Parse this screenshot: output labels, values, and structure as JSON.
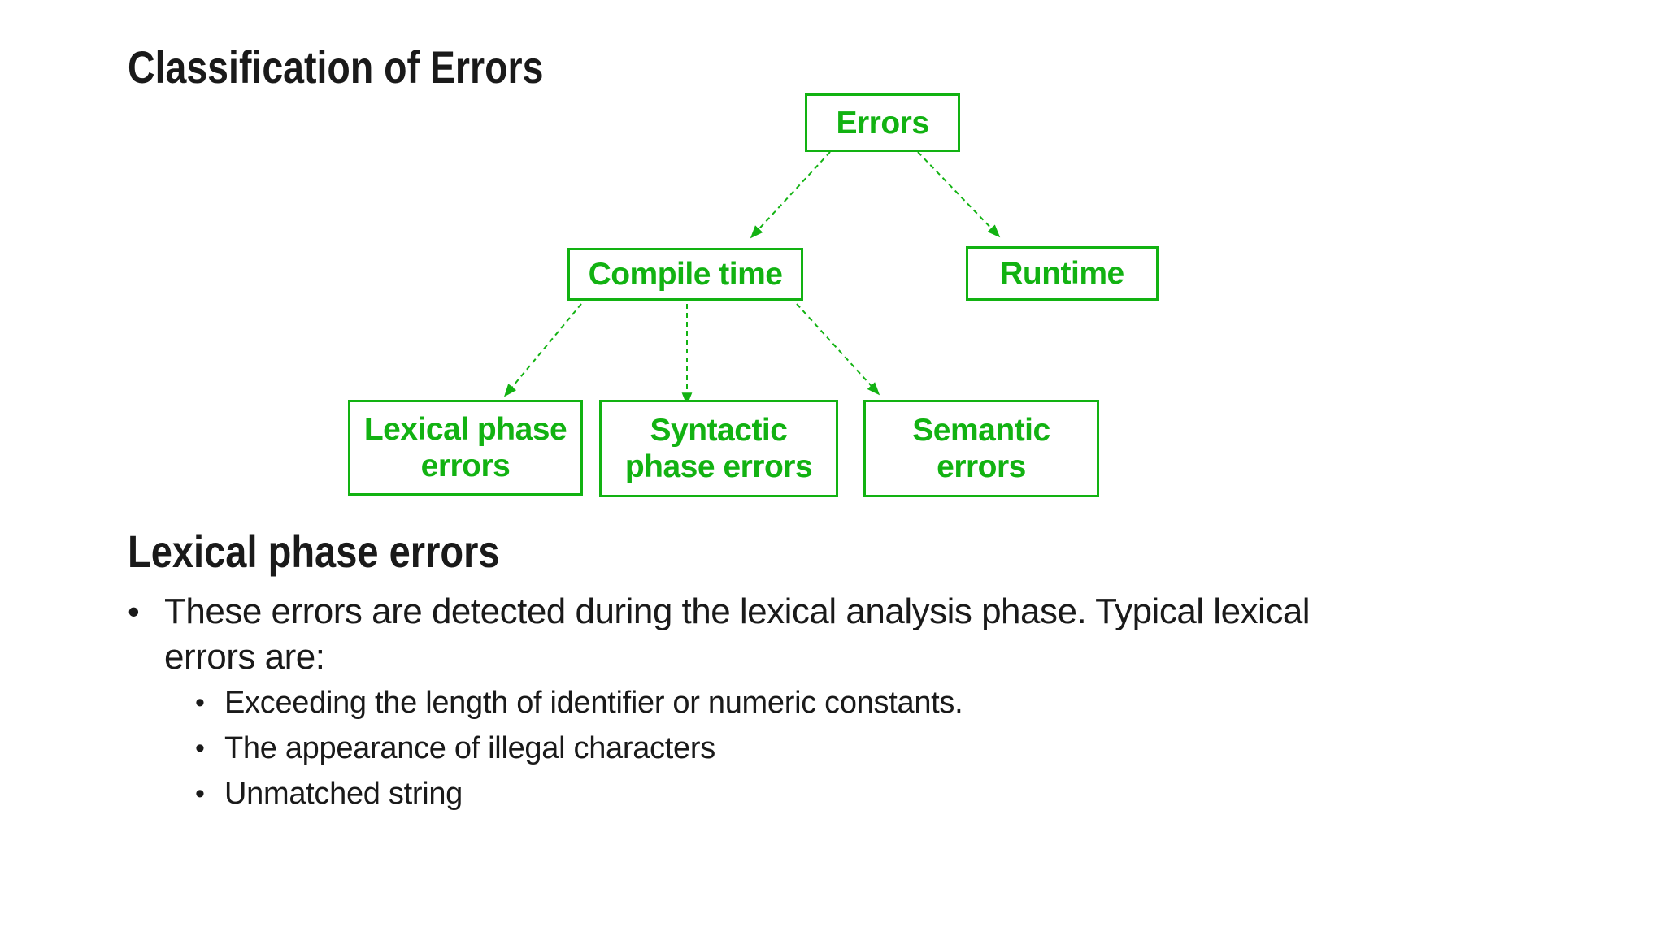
{
  "slide": {
    "title": "Classification of Errors",
    "section_heading": "Lexical phase errors",
    "bullet": {
      "lines": [
        "These errors are detected during the lexical analysis phase. Typical lexical",
        "errors are:"
      ]
    },
    "sub_bullets": [
      "Exceeding the length of identifier or numeric constants.",
      "The appearance of illegal characters",
      "Unmatched string"
    ]
  },
  "diagram": {
    "nodes": {
      "errors": {
        "line1": "Errors"
      },
      "compile": {
        "line1": "Compile time"
      },
      "runtime": {
        "line1": "Runtime"
      },
      "lexical": {
        "line1": "Lexical phase",
        "line2": "errors"
      },
      "syntactic": {
        "line1": "Syntactic",
        "line2": "phase errors"
      },
      "semantic": {
        "line1": "Semantic",
        "line2": "errors"
      }
    }
  },
  "glyphs": {
    "bullet": "•"
  },
  "colors": {
    "diagram_green": "#12b212",
    "text_black": "#1a1a1a",
    "background": "#ffffff"
  }
}
